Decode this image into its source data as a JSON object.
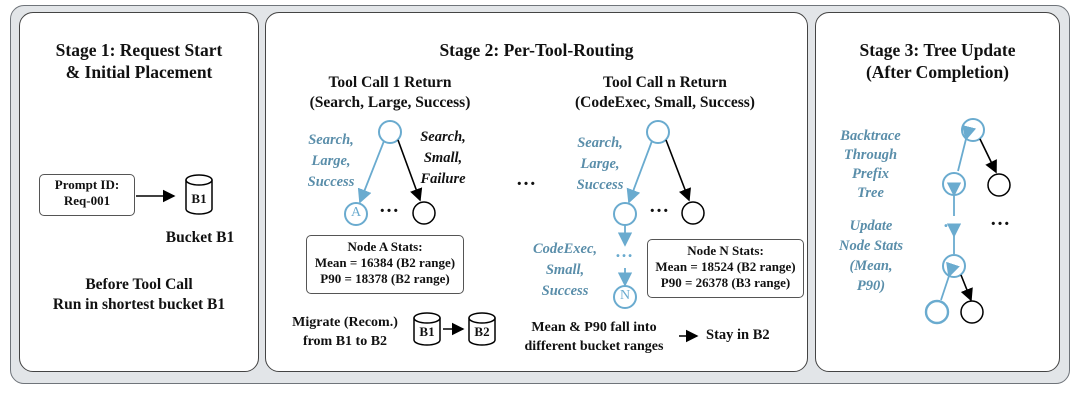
{
  "stage1": {
    "title_line1": "Stage 1: Request Start",
    "title_line2": "& Initial Placement",
    "prompt_label": "Prompt ID:",
    "prompt_value": "Req-001",
    "bucket_icon_label": "B1",
    "bucket_caption": "Bucket B1",
    "note_line1": "Before Tool Call",
    "note_line2": "Run in shortest bucket B1"
  },
  "stage2": {
    "title": "Stage 2: Per-Tool-Routing",
    "call1_title_line1": "Tool Call 1 Return",
    "call1_title_line2": "(Search, Large, Success)",
    "call1_left_edge": [
      "Search,",
      "Large,",
      "Success"
    ],
    "call1_right_edge": [
      "Search,",
      "Small,",
      "Failure"
    ],
    "node_a_letter": "A",
    "dots": "…",
    "node_a_stats_title": "Node A Stats:",
    "node_a_stats_mean": "Mean = 16384 (B2 range)",
    "node_a_stats_p90": "P90 = 18378 (B2 range)",
    "migrate_line1": "Migrate (Recom.)",
    "migrate_line2": "from B1 to B2",
    "migrate_from": "B1",
    "migrate_to": "B2",
    "calln_title_line1": "Tool Call n Return",
    "calln_title_line2": "(CodeExec, Small, Success)",
    "calln_top_edge": [
      "Search,",
      "Large,",
      "Success"
    ],
    "calln_mid_edge": [
      "CodeExec,",
      "Small,",
      "Success"
    ],
    "node_n_letter": "N",
    "node_n_stats_title": "Node N Stats:",
    "node_n_stats_mean": "Mean = 18524 (B2 range)",
    "node_n_stats_p90": "P90 = 26378 (B3 range)",
    "fall_line1": "Mean & P90 fall into",
    "fall_line2": "different bucket ranges",
    "stay": "Stay in B2"
  },
  "stage3": {
    "title_line1": "Stage 3: Tree Update",
    "title_line2": "(After Completion)",
    "backtrace": [
      "Backtrace",
      "Through",
      "Prefix",
      "Tree"
    ],
    "update": [
      "Update",
      "Node Stats",
      "(Mean,",
      "P90)"
    ]
  },
  "colors": {
    "accent_blue": "#6aabcf",
    "text_blue": "#5a8eaa",
    "panel_bg": "#e2e5e8"
  }
}
